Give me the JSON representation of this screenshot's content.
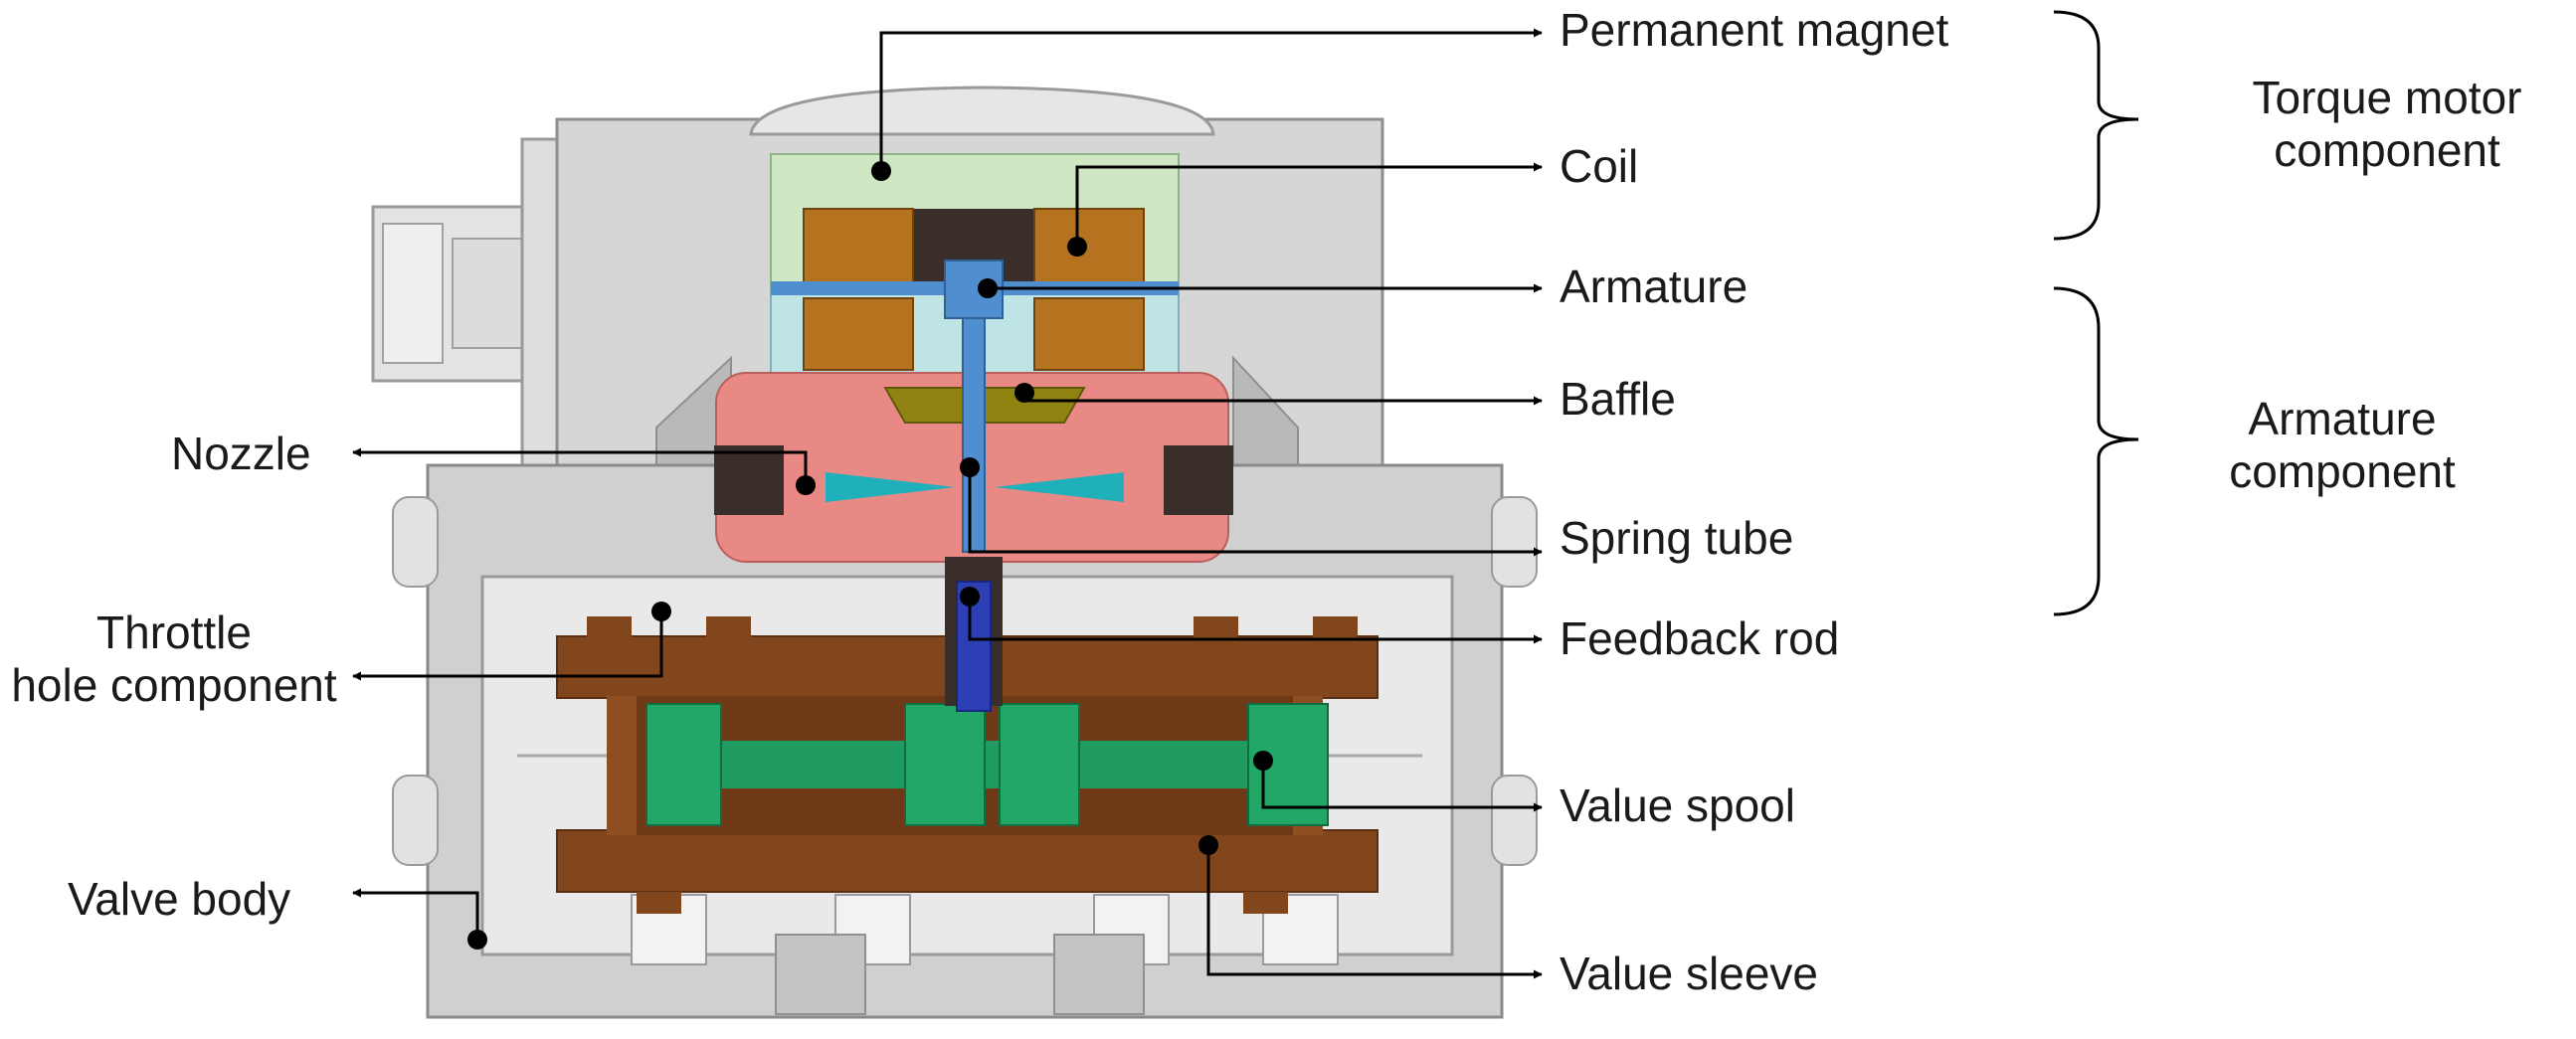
{
  "callouts": {
    "permanent_magnet": "Permanent magnet",
    "coil": "Coil",
    "armature": "Armature",
    "baffle": "Baffle",
    "spring_tube": "Spring tube",
    "feedback_rod": "Feedback rod",
    "value_spool": "Value spool",
    "value_sleeve": "Value sleeve",
    "nozzle": "Nozzle",
    "throttle_hole_line1": "Throttle",
    "throttle_hole_line2": "hole component",
    "valve_body": "Valve body"
  },
  "groups": {
    "torque_motor_line1": "Torque motor",
    "torque_motor_line2": "component",
    "armature_comp_line1": "Armature",
    "armature_comp_line2": "component"
  },
  "colors": {
    "valve_body": "#d2d2d2",
    "magnet": "#cfe7c2",
    "coil": "#b5731f",
    "armature": "#4f8fd0",
    "pole_block": "#bfe4e6",
    "nozzle_block": "#e98986",
    "baffle": "#8f8412",
    "sleeve": "#82461d",
    "spool": "#1f9b61",
    "feedback_rod": "#2d3fb4",
    "nozzle_jet": "#20b0bc"
  }
}
